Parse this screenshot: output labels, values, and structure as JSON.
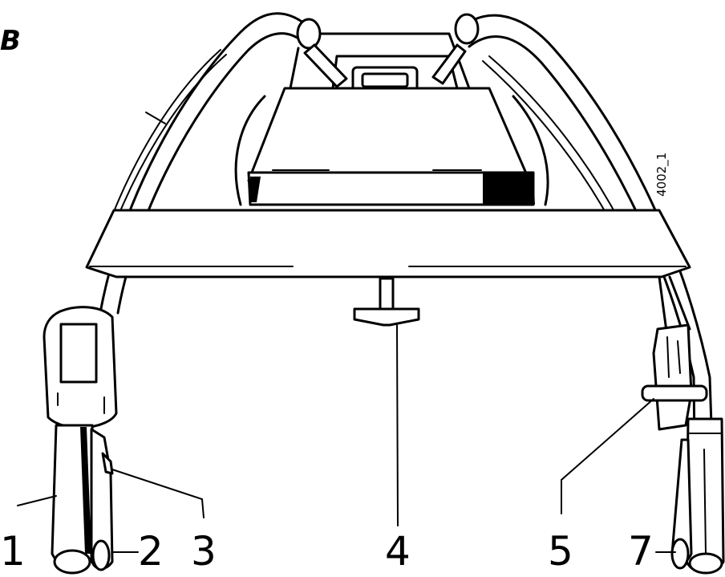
{
  "figure": {
    "corner_label": "B",
    "reference_code": "4002_1",
    "callouts": [
      "1",
      "2",
      "3",
      "4",
      "5",
      "7"
    ]
  }
}
